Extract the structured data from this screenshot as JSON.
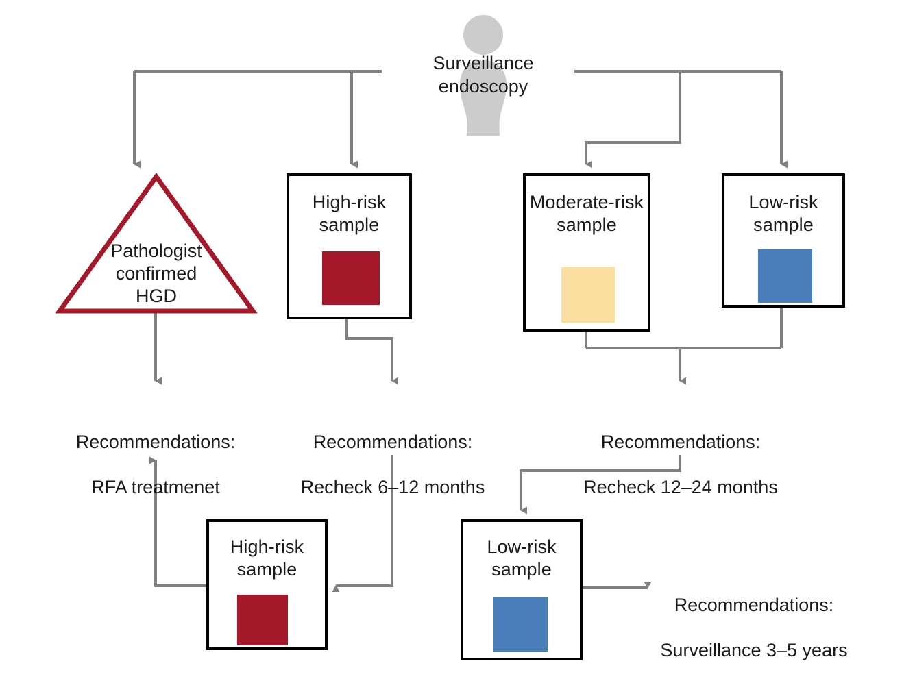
{
  "diagram": {
    "title": "Barrett's oesophagus surveillance endoscopy risk-stratification pathway",
    "colors": {
      "connector": "#808080",
      "box_border": "#000000",
      "triangle_border": "#A51829",
      "high_risk": "#A51829",
      "moderate_risk": "#FBDFA0",
      "low_risk": "#4A7EBB",
      "person": "#CCCCCC",
      "text": "#1a1a1a",
      "background": "#FFFFFF"
    },
    "source": {
      "icon": "person-icon",
      "label": "Surveillance\nendoscopy"
    },
    "nodes": {
      "pathologist": {
        "shape": "triangle",
        "label": "Pathologist\nconfirmed\nHGD"
      },
      "high_risk_top": {
        "shape": "box",
        "label": "High-risk\nsample",
        "swatch": "high_risk"
      },
      "moderate_risk": {
        "shape": "box",
        "label": "Moderate-risk\nsample",
        "swatch": "moderate_risk"
      },
      "low_risk_top": {
        "shape": "box",
        "label": "Low-risk\nsample",
        "swatch": "low_risk"
      },
      "high_risk_bottom": {
        "shape": "box",
        "label": "High-risk\nsample",
        "swatch": "high_risk"
      },
      "low_risk_bottom": {
        "shape": "box",
        "label": "Low-risk\nsample",
        "swatch": "low_risk"
      }
    },
    "recommendations": {
      "rfa": {
        "heading": "Recommendations:",
        "detail": "RFA treatmenet"
      },
      "recheck_6_12": {
        "heading": "Recommendations:",
        "detail": "Recheck 6–12 months"
      },
      "recheck_12_24": {
        "heading": "Recommendations:",
        "detail": "Recheck 12–24 months"
      },
      "surveillance_3_5": {
        "heading": "Recommendations:",
        "detail": "Surveillance 3–5 years"
      }
    }
  }
}
